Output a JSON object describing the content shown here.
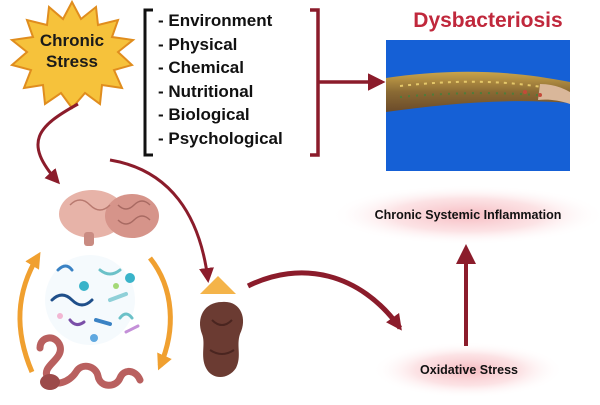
{
  "stress": {
    "label_line1": "Chronic",
    "label_line2": "Stress"
  },
  "stressors": [
    "- Environment",
    "- Physical",
    "- Chemical",
    "- Nutritional",
    "- Biological",
    "- Psychological"
  ],
  "outcomes": {
    "dysbacteriosis": "Dysbacteriosis",
    "inflammation": "Chronic Systemic Inflammation",
    "oxidative_stress": "Oxidative Stress"
  },
  "colors": {
    "arrow": "#8b1c2b",
    "title_red": "#c0283c",
    "star_fill": "#f6c23b",
    "star_stroke": "#e08d1e",
    "cycle_arrow": "#f0a030",
    "photo_background": "#1560d6",
    "glow": "#f8c8cc"
  },
  "icons": [
    "starburst-icon",
    "bracket-icon",
    "brain-icon",
    "gut-icon",
    "adrenal-icon",
    "intestine-sample-icon",
    "bacteria-icon"
  ]
}
